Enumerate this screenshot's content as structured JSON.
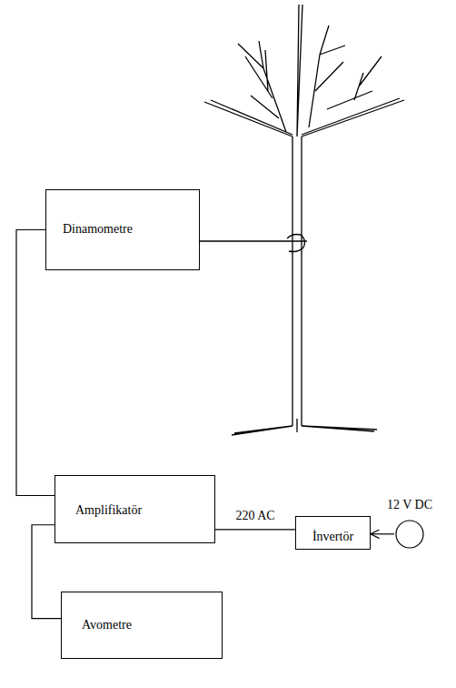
{
  "diagram": {
    "nodes": [
      {
        "text": [
          "Dinamometre"
        ]
      },
      {
        "text": [
          "Amplifikatör"
        ]
      },
      {
        "text": [
          "12 V DC"
        ]
      },
      {
        "text": [
          "İnvertör"
        ]
      },
      {
        "text": [
          "Avometre"
        ]
      }
    ],
    "edges": [
      {
        "from": 0,
        "to": 1,
        "arrow": "none"
      },
      {
        "from": 1,
        "to": 3,
        "label": "220 AC",
        "arrow": "none"
      },
      {
        "from": 2,
        "to": 3,
        "arrow": "to"
      },
      {
        "from": 1,
        "to": 4,
        "arrow": "none"
      }
    ]
  }
}
